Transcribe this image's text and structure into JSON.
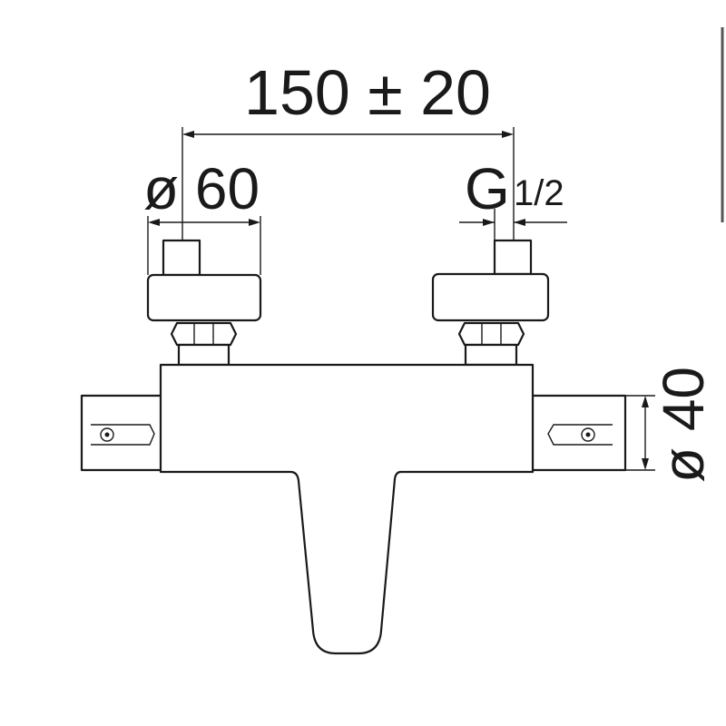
{
  "dimensions": {
    "center_distance": "150 ± 20",
    "nut_diameter": "ø 60",
    "thread_prefix": "G",
    "thread_fraction": "1/2",
    "body_diameter": "ø 40"
  },
  "colors": {
    "line": "#1a1a1a",
    "background": "#ffffff"
  }
}
